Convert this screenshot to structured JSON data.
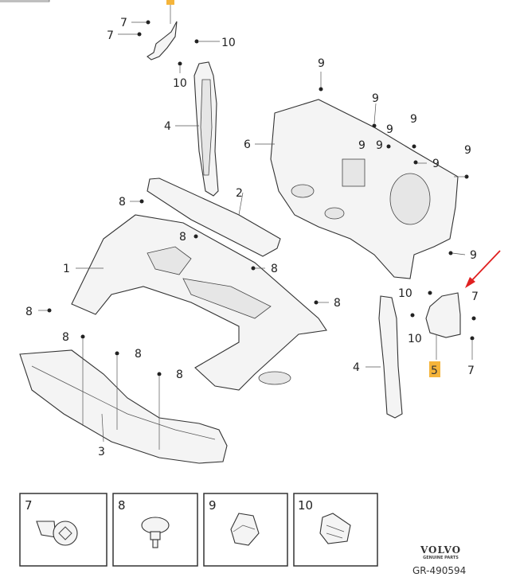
{
  "diagram": {
    "callouts": [
      "7",
      "7",
      "10",
      "10",
      "9",
      "9",
      "4",
      "6",
      "9",
      "9",
      "9",
      "9",
      "9",
      "9",
      "2",
      "8",
      "8",
      "8",
      "1",
      "9",
      "10",
      "7",
      "8",
      "8",
      "8",
      "10",
      "8",
      "8",
      "4",
      "5",
      "7",
      "3"
    ],
    "highlighted_part": "5",
    "highlight_color": "#f5b43a",
    "arrow_color": "#e02020"
  },
  "legend": [
    {
      "number": "7",
      "part": "screw-icon"
    },
    {
      "number": "8",
      "part": "push-clip-icon"
    },
    {
      "number": "9",
      "part": "clip-nut-icon"
    },
    {
      "number": "10",
      "part": "expansion-nut-icon"
    }
  ],
  "branding": {
    "brand": "VOLVO",
    "tagline": "GENUINE PARTS",
    "reference": "GR-490594"
  }
}
